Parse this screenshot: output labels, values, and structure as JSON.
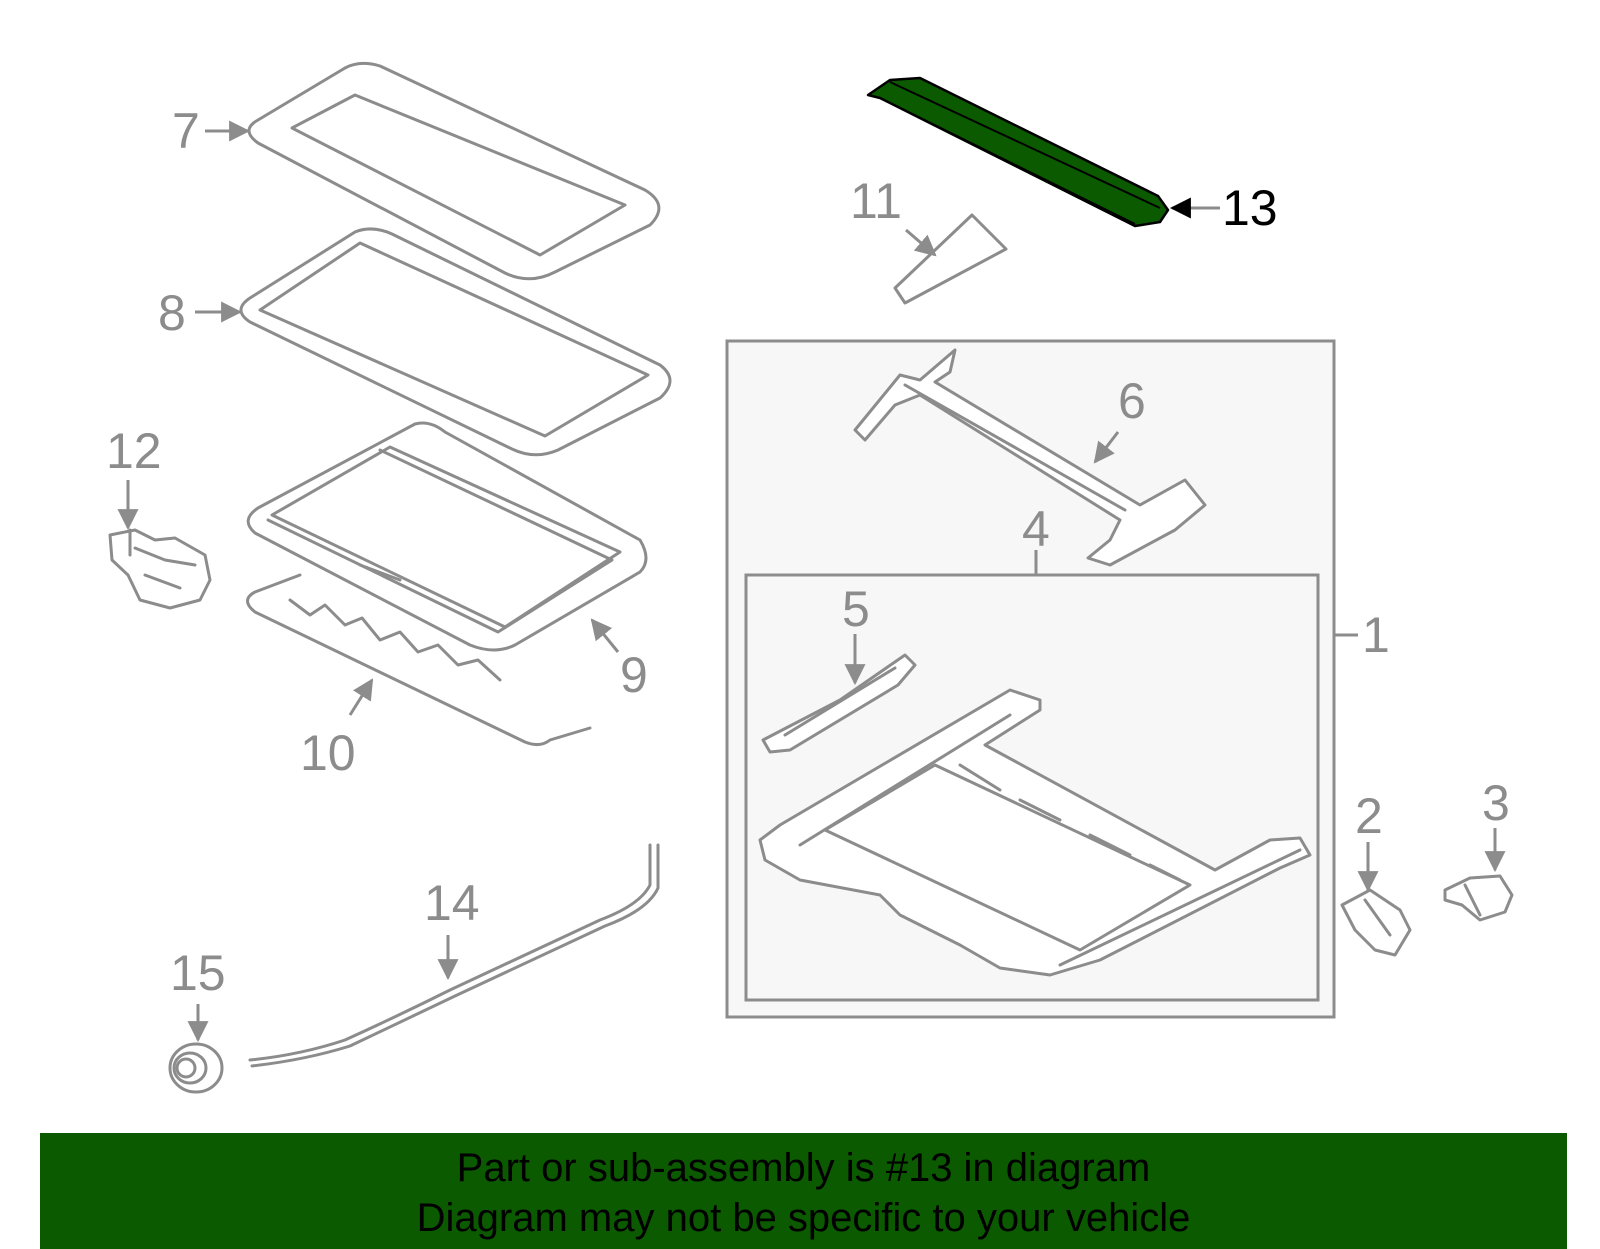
{
  "callouts": {
    "c1": "1",
    "c2": "2",
    "c3": "3",
    "c4": "4",
    "c5": "5",
    "c6": "6",
    "c7": "7",
    "c8": "8",
    "c9": "9",
    "c10": "10",
    "c11": "11",
    "c12": "12",
    "c13": "13",
    "c14": "14",
    "c15": "15"
  },
  "highlighted_part": "13",
  "banner": {
    "line1": "Part or sub-assembly is #13 in diagram",
    "line2": "Diagram may not be specific to your vehicle"
  },
  "colors": {
    "line_art": "#8c8c8c",
    "highlight": "#0c5a00",
    "banner_background": "#0c5a00",
    "assembly_box_fill": "#f7f7f7"
  }
}
